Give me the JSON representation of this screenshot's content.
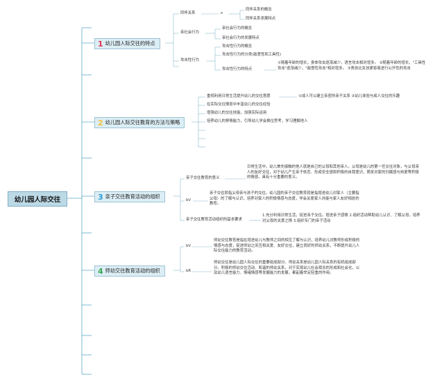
{
  "root": "幼儿园人际交往",
  "branches": [
    {
      "num": "1",
      "num_color": "#e0334d",
      "label": "幼儿园人际交往的特点"
    },
    {
      "num": "2",
      "num_color": "#f2c23c",
      "label": "幼儿园人际交往教育的方法与策略"
    },
    {
      "num": "3",
      "num_color": "#2f9bd6",
      "label": "亲子交往教育活动的组织"
    },
    {
      "num": "4",
      "num_color": "#3aa655",
      "label": "师幼交往教育活动的组织"
    }
  ],
  "b1": {
    "peer": "同伴关系",
    "x_mark": "x",
    "peer_children": [
      "同伴关系的概念",
      "同伴关系发展特点"
    ],
    "prosocial": "亲社会行为",
    "prosocial_children": [
      "亲社会行为的概念",
      "亲社会行为的发展特点"
    ],
    "aggressive": "攻击性行为",
    "aggressive_children": [
      "攻击性行为的概念",
      "攻击性行为的分类(敌意性和工具性)",
      "攻击性行为的特点"
    ],
    "aggressive_detail": "①随着年龄的增长，身体攻击逐渐减少，语言攻击相对增多。 ②随着年龄的增长，\"工具性攻击\"逐渐减少，\"敌意性攻击\"相对增多。 ③男孩比女孩更容易进行公开性的攻击"
  },
  "b2": {
    "items": [
      "重视利用日常生活提升幼儿的交往意愿",
      "在实际交往情景中丰富幼儿的交往经验",
      "增强幼儿的交往技能，加强实际运用",
      "培养幼儿的移情能力，引导幼儿学会换位思考，学习理解他人"
    ],
    "first_detail": "①成人可以建立亲密的亲子关系 ②幼儿体验与成人交往的乐趣"
  },
  "b3": {
    "meaning": "亲子交往教育的意义",
    "meaning_detail": "日常生活中，幼儿首先接触的他人就是自己的父母和其他亲人。父母是幼儿的第一任交往对象，与父母亲人的友好交往，对于幼儿产生亲子依恋、形成安全感和积极的自我意识，萌发对家的归属感与热爱等积极的情感，具有十分重要的意义。",
    "bv": "bV",
    "bv_detail": "亲子交往即指父母亲与孩子的交往。幼儿园的亲子交往教育就是指增进幼儿对家人（主要指父母）的了解与认识，培养对家人的积极情感与态度，学会关爱家人并能与家人友好相处的教育。",
    "req": "亲子交往教育活动组织的基本要求",
    "req_detail": "1.充分利用日常生活，促进亲子交往。增进亲子感情 2.组织活动帮助幼儿认识、了解父母，培养对父母的关爱之情 3.组织专门的亲子活动"
  },
  "b4": {
    "bv": "bV",
    "bv_detail": "师幼交往教育是指在增进幼儿与教师之间的相互了解与认识，培养幼儿对教师形成积极的情感与态度，促进师幼之间互相关爱、友好交往，建立良好的师幼关系，不断提升幼儿人际交往能力的教育活动。",
    "br": "bR",
    "br_detail": "师幼交往是幼儿园人际交往的重要组成部分。师幼关系是幼儿园人际关系的有机组成部分。积极的师幼交往活动、和谐的师幼关系，对于实现幼儿社会观念的形成和社会化，以及幼儿语言能力、情绪情感等发展能力的发展，都起着举足轻重的作用。"
  }
}
